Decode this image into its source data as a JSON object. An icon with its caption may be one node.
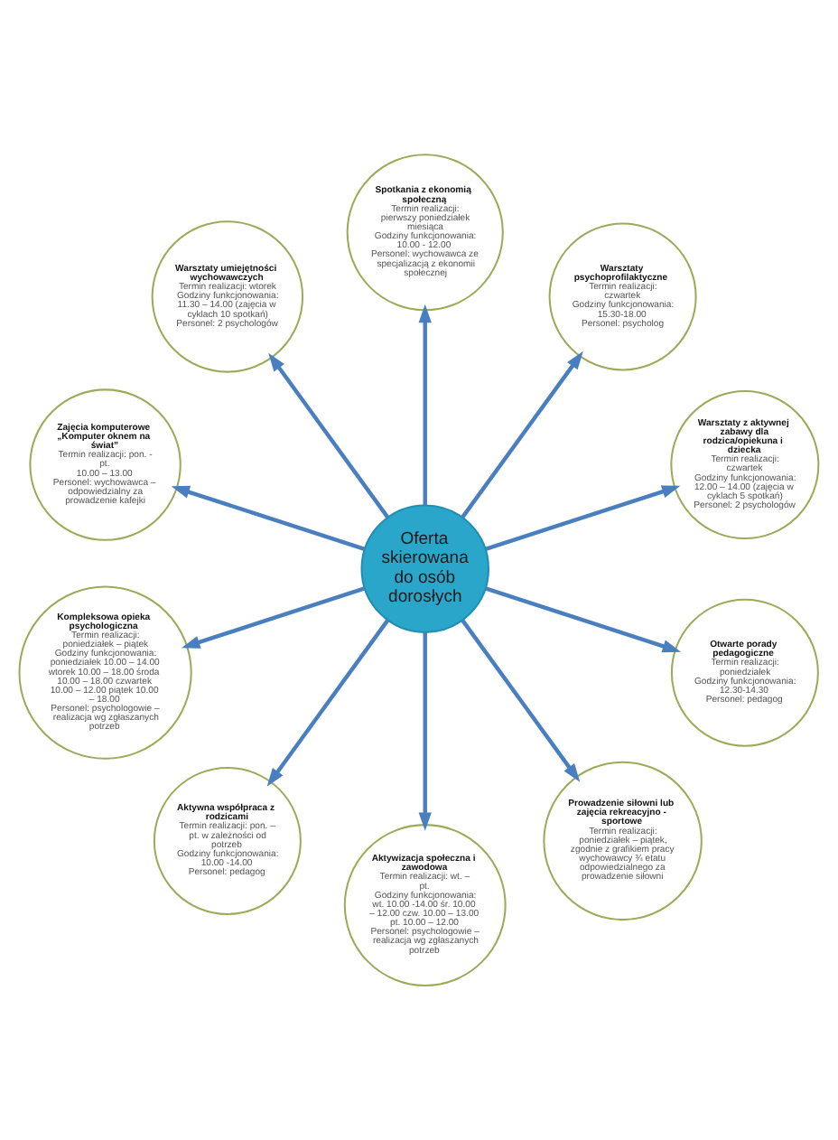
{
  "diagram": {
    "nodes": [
      {
        "text": [
          "Oferta skierowana do osób dorosłych"
        ]
      },
      {
        "text": [
          "Spotkania z ekonomią społeczną",
          "Termin realizacji: pierwszy poniedziałek miesiąca",
          "Godziny funkcjonowania: 10.00 - 12.00",
          "Personel: wychowawca ze specjalizacją z ekonomii społecznej"
        ]
      },
      {
        "text": [
          "Warsztaty psychoprofilaktyczne",
          "Termin realizacji: czwartek",
          "Godziny funkcjonowania: 15.30-18.00",
          "Personel: psycholog"
        ]
      },
      {
        "text": [
          "Warsztaty z aktywnej zabawy dla rodzica/opiekuna i dziecka",
          "Termin realizacji: czwartek",
          "Godziny funkcjonowania: 12.00 – 14.00 (zajęcia w cyklach 5 spotkań)",
          "Personel: 2 psychologów"
        ]
      },
      {
        "text": [
          "Otwarte porady pedagogiczne",
          "Termin realizacji: poniedziałek",
          "Godziny funkcjonowania: 12.30-14.30",
          "Personel: pedagog"
        ]
      },
      {
        "text": [
          "Prowadzenie siłowni lub zajęcia rekreacyjno - sportowe",
          "Termin realizacji: poniedziałek – piątek, zgodnie z grafikiem pracy wychowawcy ¾ etatu odpowiedzialnego za prowadzenie siłowni"
        ]
      },
      {
        "text": [
          "Aktywizacja społeczna i zawodowa",
          "Termin realizacji: wt. – pt.",
          "Godziny funkcjonowania: wt. 10.00 -14.00 śr. 10.00 – 12.00 czw. 10.00 – 13.00 pt. 10.00 – 12.00",
          "Personel: psychologowie – realizacja wg zgłaszanych potrzeb"
        ]
      },
      {
        "text": [
          "Aktywna współpraca z rodzicami",
          "Termin realizacji: pon. – pt. w zależności od potrzeb",
          "Godziny funkcjonowania: 10.00 -14.00",
          "Personel: pedagog"
        ]
      },
      {
        "text": [
          "Kompleksowa opieka psychologiczna",
          "Termin realizacji: poniedziałek – piątek",
          "Godziny funkcjonowania: poniedziałek 10.00 – 14.00 wtorek 10.00 – 18.00 środa 10.00 – 18.00 czwartek 10.00 – 12.00 piątek 10.00 – 18.00",
          "Personel: psychologowie – realizacja wg zgłaszanych potrzeb"
        ]
      },
      {
        "text": [
          "Zajęcia komputerowe „Komputer oknem na świat”",
          "Termin realizacji: pon. - pt.",
          "10.00 – 13.00",
          "Personel: wychowawca – odpowiedzialny za prowadzenie kafejki"
        ]
      },
      {
        "text": [
          "Warsztaty umiejętności wychowawczych",
          "Termin realizacji: wtorek",
          "Godziny funkcjonowania: 11.30 – 14.00 (zajęcia w cyklach 10 spotkań)",
          "Personel: 2 psychologów"
        ]
      }
    ],
    "edges": [
      {
        "from": 0,
        "to": 1,
        "arrow": "to"
      },
      {
        "from": 0,
        "to": 2,
        "arrow": "to"
      },
      {
        "from": 0,
        "to": 3,
        "arrow": "to"
      },
      {
        "from": 0,
        "to": 4,
        "arrow": "to"
      },
      {
        "from": 0,
        "to": 5,
        "arrow": "to"
      },
      {
        "from": 0,
        "to": 6,
        "arrow": "to"
      },
      {
        "from": 0,
        "to": 7,
        "arrow": "to"
      },
      {
        "from": 0,
        "to": 8,
        "arrow": "to"
      },
      {
        "from": 0,
        "to": 9,
        "arrow": "to"
      },
      {
        "from": 0,
        "to": 10,
        "arrow": "to"
      }
    ]
  }
}
